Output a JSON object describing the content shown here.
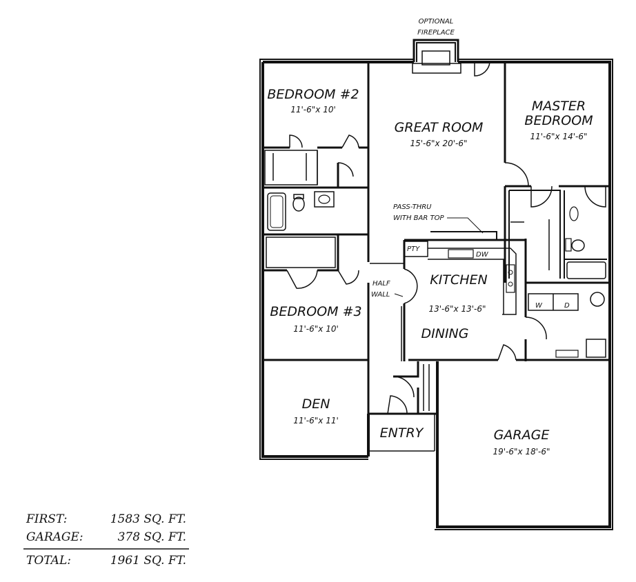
{
  "plan": {
    "fireplace_note": [
      "OPTIONAL",
      "FIREPLACE"
    ],
    "rooms": {
      "bedroom2": {
        "name": "BEDROOM #2",
        "size": "11'-6\"x 10'"
      },
      "great_room": {
        "name": "GREAT ROOM",
        "size": "15'-6\"x 20'-6\""
      },
      "master": {
        "name": [
          "MASTER",
          "BEDROOM"
        ],
        "size": "11'-6\"x 14'-6\""
      },
      "kitchen": {
        "name": "KITCHEN",
        "size": "13'-6\"x 13'-6\""
      },
      "dining": {
        "name": "DINING"
      },
      "bedroom3": {
        "name": "BEDROOM #3",
        "size": "11'-6\"x 10'"
      },
      "den": {
        "name": "DEN",
        "size": "11'-6\"x 11'"
      },
      "entry": {
        "name": "ENTRY"
      },
      "garage": {
        "name": "GARAGE",
        "size": "19'-6\"x 18'-6\""
      }
    },
    "pass_thru_note": [
      "PASS-THRU",
      "WITH BAR TOP"
    ],
    "half_wall_note": [
      "HALF",
      "WALL"
    ],
    "fixtures": {
      "pantry": "PTY",
      "dishwasher": "DW",
      "washer": "W",
      "dryer": "D"
    }
  },
  "areas": [
    {
      "label": "FIRST:",
      "value": "1583 SQ. FT."
    },
    {
      "label": "GARAGE:",
      "value": "378 SQ. FT."
    },
    {
      "label": "TOTAL:",
      "value": "1961 SQ. FT."
    }
  ]
}
